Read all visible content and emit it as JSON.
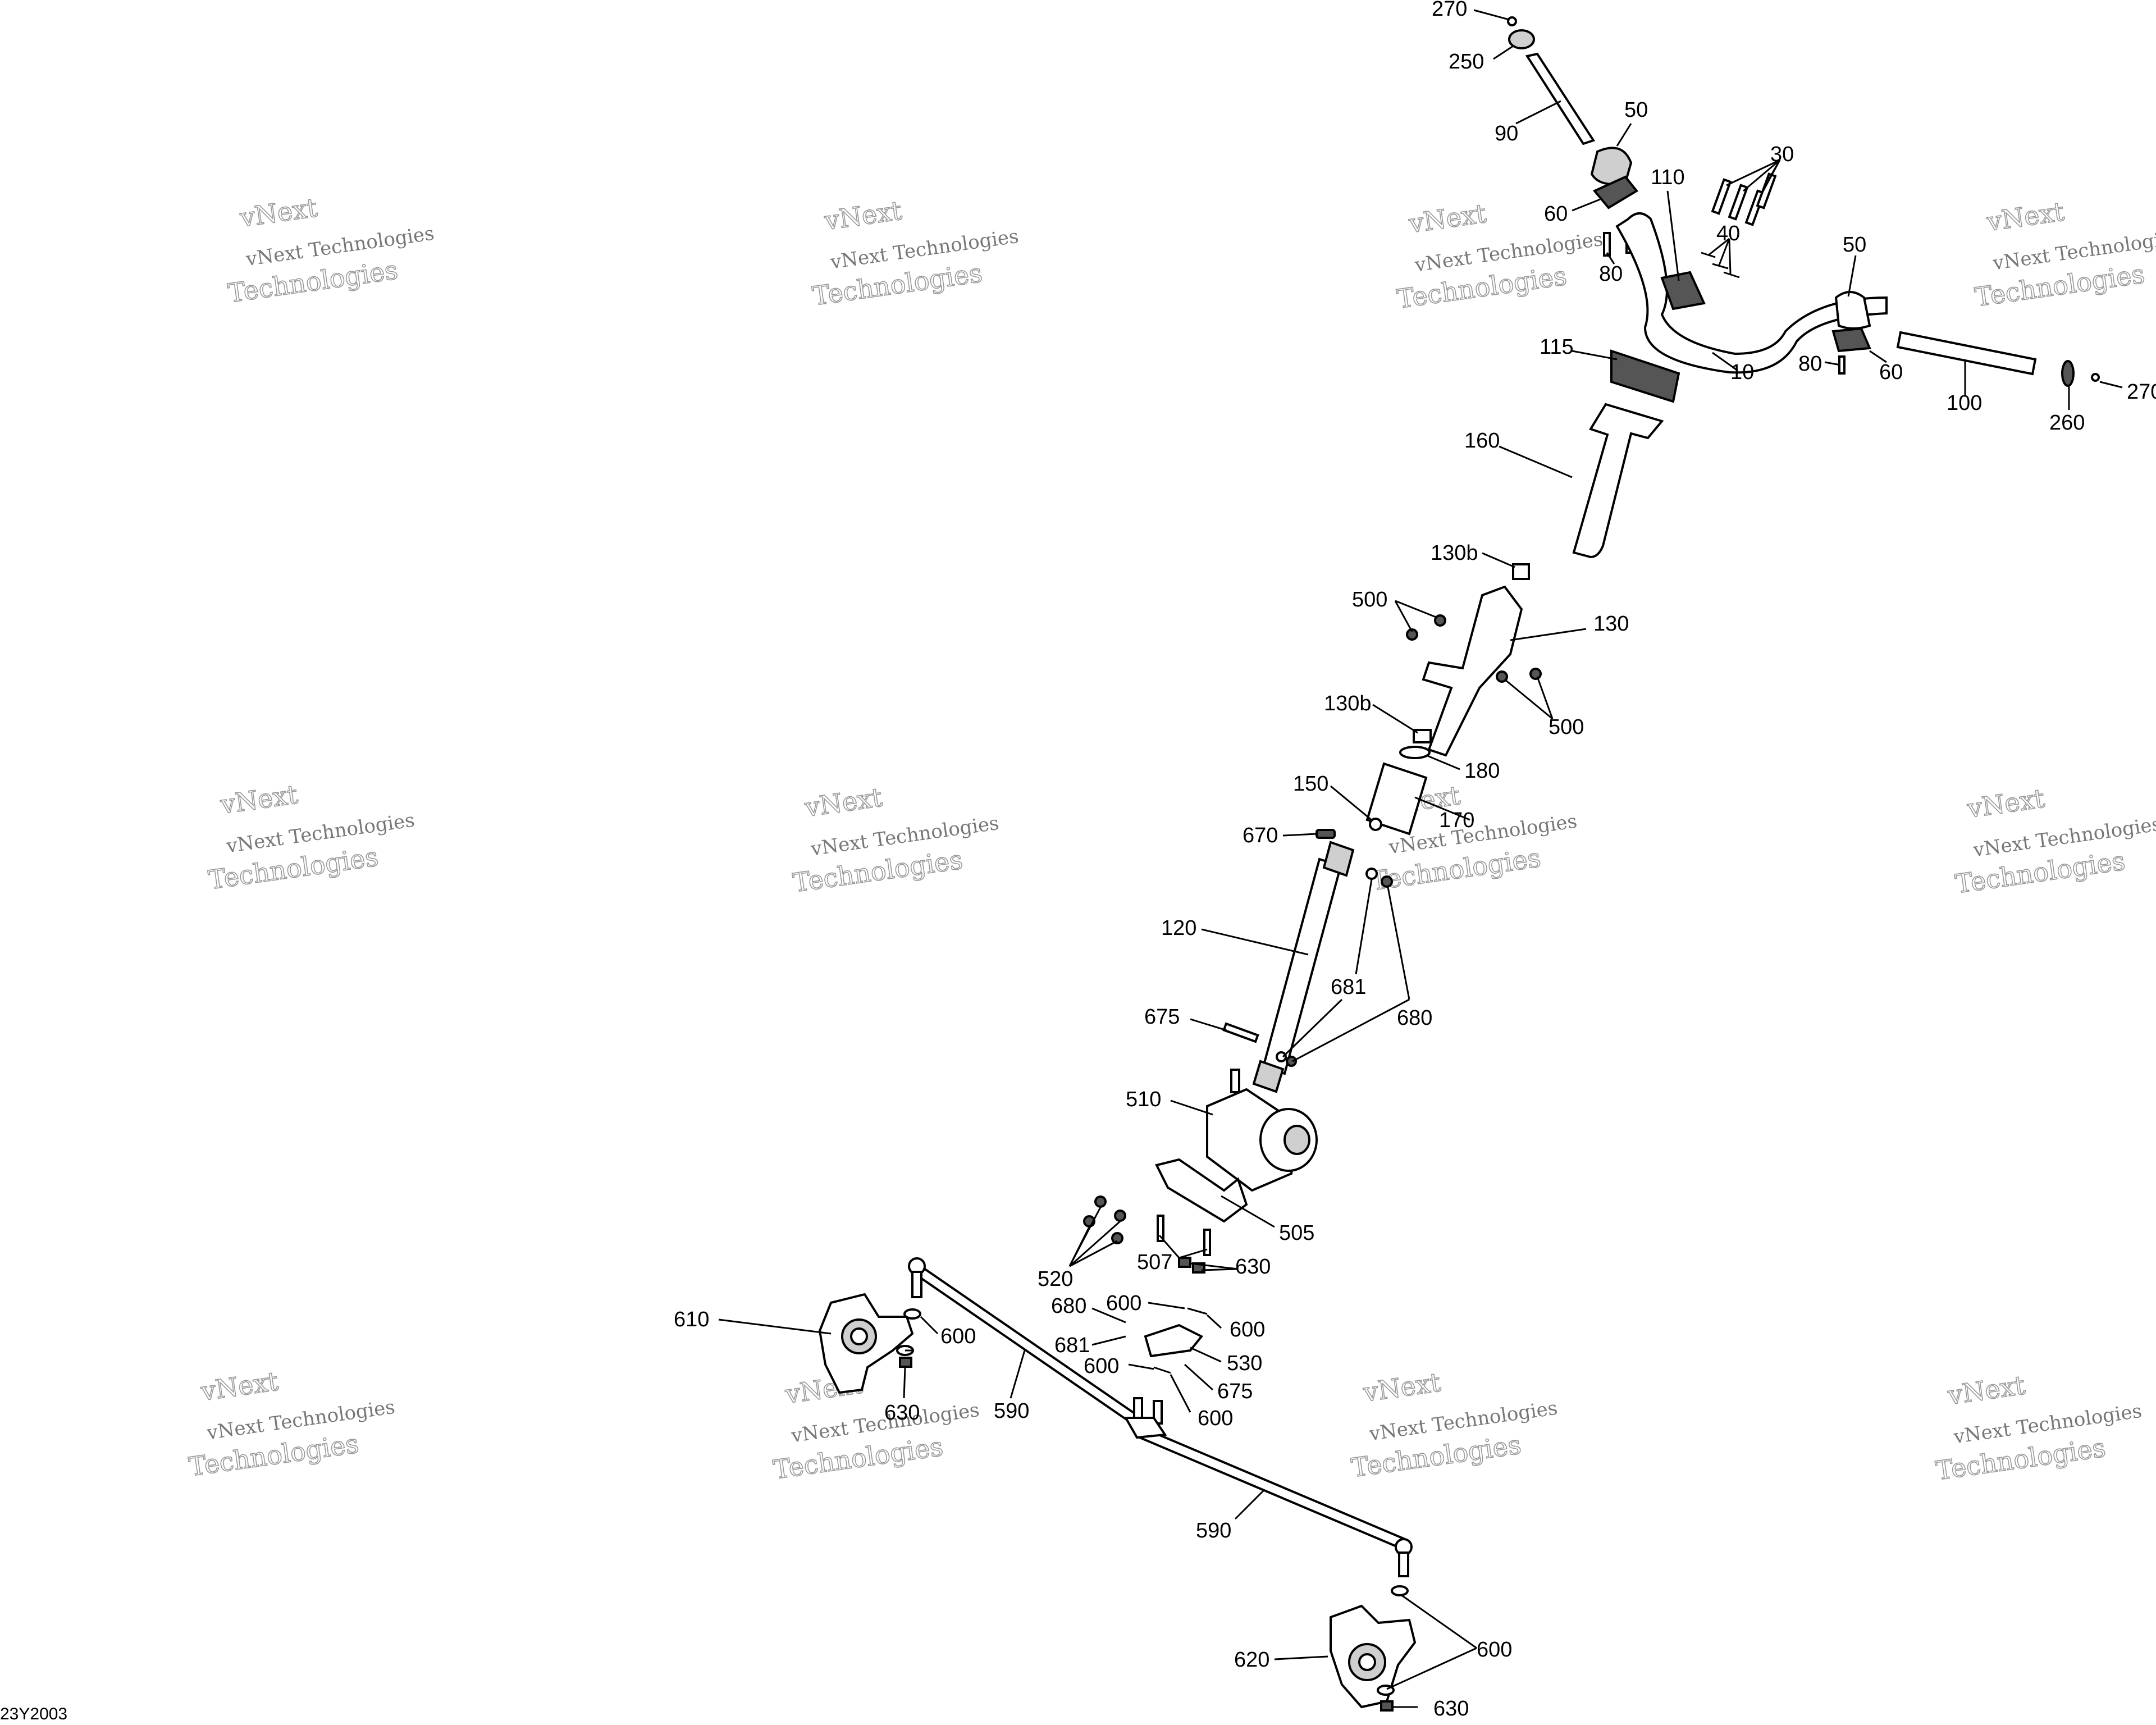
{
  "diagram_code": "23Y2003",
  "watermark": {
    "line_small": "vNext",
    "line_main": "vNext Technologies",
    "line_big": "Technologies"
  },
  "callouts": [
    {
      "id": "270-top",
      "text": "270"
    },
    {
      "id": "250",
      "text": "250"
    },
    {
      "id": "90",
      "text": "90"
    },
    {
      "id": "50-top",
      "text": "50"
    },
    {
      "id": "30",
      "text": "30"
    },
    {
      "id": "110",
      "text": "110"
    },
    {
      "id": "60-left",
      "text": "60"
    },
    {
      "id": "40",
      "text": "40"
    },
    {
      "id": "80-left",
      "text": "80"
    },
    {
      "id": "50-right",
      "text": "50"
    },
    {
      "id": "115",
      "text": "115"
    },
    {
      "id": "10",
      "text": "10"
    },
    {
      "id": "80-right",
      "text": "80"
    },
    {
      "id": "60-right",
      "text": "60"
    },
    {
      "id": "100",
      "text": "100"
    },
    {
      "id": "270-right",
      "text": "270"
    },
    {
      "id": "260",
      "text": "260"
    },
    {
      "id": "160",
      "text": "160"
    },
    {
      "id": "130b-top",
      "text": "130b"
    },
    {
      "id": "500-top",
      "text": "500"
    },
    {
      "id": "130",
      "text": "130"
    },
    {
      "id": "500-bottom",
      "text": "500"
    },
    {
      "id": "130b-bottom",
      "text": "130b"
    },
    {
      "id": "180",
      "text": "180"
    },
    {
      "id": "150",
      "text": "150"
    },
    {
      "id": "170",
      "text": "170"
    },
    {
      "id": "670",
      "text": "670"
    },
    {
      "id": "120",
      "text": "120"
    },
    {
      "id": "681-top",
      "text": "681"
    },
    {
      "id": "675-top",
      "text": "675"
    },
    {
      "id": "680-top",
      "text": "680"
    },
    {
      "id": "510",
      "text": "510"
    },
    {
      "id": "505",
      "text": "505"
    },
    {
      "id": "520",
      "text": "520"
    },
    {
      "id": "507",
      "text": "507"
    },
    {
      "id": "630-mid",
      "text": "630"
    },
    {
      "id": "600-a",
      "text": "600"
    },
    {
      "id": "680-mid",
      "text": "680"
    },
    {
      "id": "600-b",
      "text": "600"
    },
    {
      "id": "610",
      "text": "610"
    },
    {
      "id": "600-c",
      "text": "600"
    },
    {
      "id": "681-mid",
      "text": "681"
    },
    {
      "id": "530",
      "text": "530"
    },
    {
      "id": "600-d",
      "text": "600"
    },
    {
      "id": "675-mid",
      "text": "675"
    },
    {
      "id": "630-left",
      "text": "630"
    },
    {
      "id": "590-left",
      "text": "590"
    },
    {
      "id": "600-e",
      "text": "600"
    },
    {
      "id": "590-right",
      "text": "590"
    },
    {
      "id": "600-f",
      "text": "600"
    },
    {
      "id": "620",
      "text": "620"
    },
    {
      "id": "630-right",
      "text": "630"
    }
  ]
}
